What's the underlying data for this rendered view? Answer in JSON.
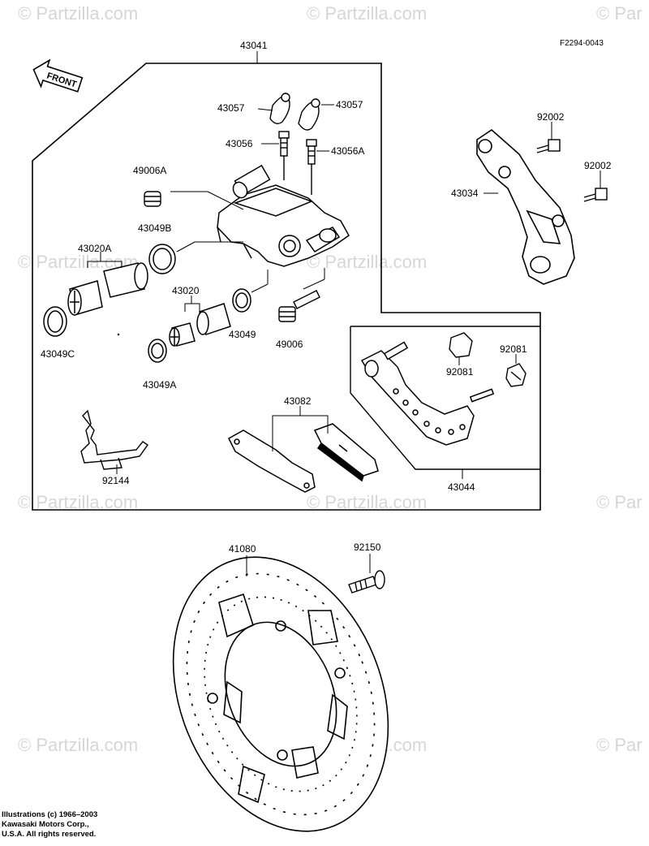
{
  "figure_code": "F2294-0043",
  "front_arrow_label": "FRONT",
  "watermark": "© Partzilla.com",
  "watermark_short": "© Par",
  "parts": {
    "p43041": "43041",
    "p43057_l": "43057",
    "p43057_r": "43057",
    "p43056": "43056",
    "p43056A": "43056A",
    "p49006A": "49006A",
    "p43049B": "43049B",
    "p43020A": "43020A",
    "p43020": "43020",
    "p43049": "43049",
    "p49006": "49006",
    "p43049C": "43049C",
    "p43049A": "43049A",
    "p43082": "43082",
    "p92144": "92144",
    "p92002_a": "92002",
    "p92002_b": "92002",
    "p43034": "43034",
    "p92081_a": "92081",
    "p92081_b": "92081",
    "p43044": "43044",
    "p41080": "41080",
    "p92150": "92150"
  },
  "copyright": {
    "line1": "Illustrations (c) 1966–2003",
    "line2": "Kawasaki Motors Corp.,",
    "line3": "U.S.A.  All rights reserved."
  }
}
